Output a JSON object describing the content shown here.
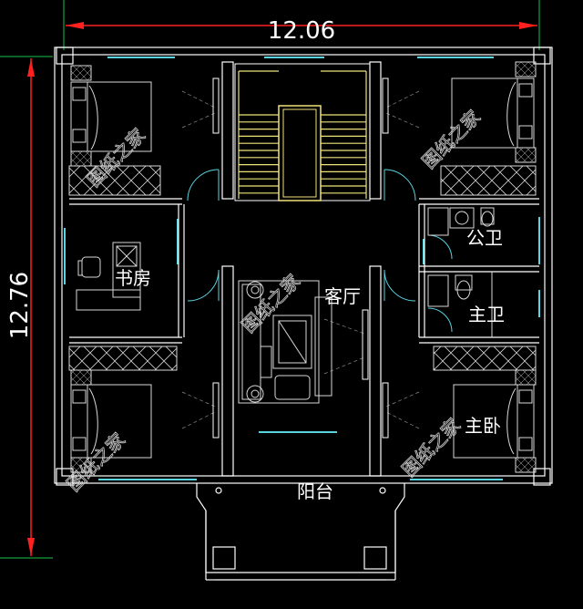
{
  "dimensions": {
    "width": "12.06",
    "height": "12.76"
  },
  "rooms": {
    "study": "书房",
    "living": "客厅",
    "public_bath": "公卫",
    "master_bath": "主卫",
    "master_bed": "主卧",
    "balcony": "阳台"
  },
  "watermark": "图纸之家",
  "colors": {
    "wall": "#ffffff",
    "window": "#5ad3e0",
    "dimension_line": "#ff2020",
    "extension_line": "#19c24a",
    "stair": "#f0e27a",
    "furniture": "#d8d8d8"
  }
}
